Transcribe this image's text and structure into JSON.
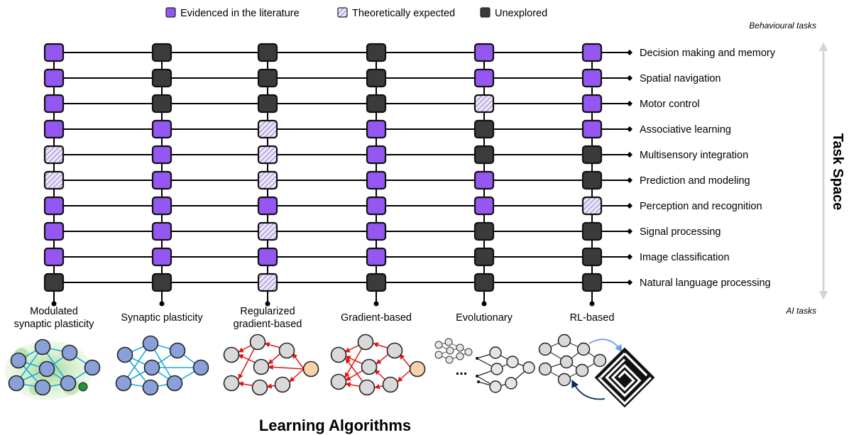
{
  "legend": [
    {
      "label": "Evidenced in the literature",
      "status": "evidenced"
    },
    {
      "label": "Theoretically expected",
      "status": "expected"
    },
    {
      "label": "Unexplored",
      "status": "unexplored"
    }
  ],
  "colors": {
    "evidenced": "#9457f2",
    "expected_fill": "#ece6f8",
    "expected_hatch": "#7c5cc4",
    "unexplored": "#3b3b3b",
    "line": "#000000",
    "arrow_axis": "#d4d4d4",
    "neuron_blue": "#8aa0d8",
    "neuron_grey": "#d9d9d9",
    "neuron_peach": "#f7d2aa",
    "edge_cyan": "#1ba9e0",
    "edge_red": "#e01616",
    "blob_green": "#a8dc8c"
  },
  "task_axis": {
    "title": "Task Space",
    "top_label": "Behavioural tasks",
    "bottom_label": "AI tasks"
  },
  "tasks": [
    "Decision making  and memory",
    "Spatial navigation",
    "Motor control",
    "Associative learning",
    "Multisensory integration",
    "Prediction and modeling",
    "Perception and recognition",
    "Signal processing",
    "Image classification",
    "Natural language processing"
  ],
  "algorithms": [
    {
      "label": "Modulated synaptic plasticity",
      "statuses": [
        "evidenced",
        "evidenced",
        "evidenced",
        "evidenced",
        "expected",
        "expected",
        "evidenced",
        "evidenced",
        "evidenced",
        "unexplored"
      ]
    },
    {
      "label": "Synaptic plasticity",
      "statuses": [
        "unexplored",
        "unexplored",
        "unexplored",
        "evidenced",
        "evidenced",
        "evidenced",
        "evidenced",
        "evidenced",
        "evidenced",
        "unexplored"
      ]
    },
    {
      "label": "Regularized gradient-based",
      "statuses": [
        "unexplored",
        "unexplored",
        "unexplored",
        "expected",
        "expected",
        "expected",
        "evidenced",
        "expected",
        "evidenced",
        "expected"
      ]
    },
    {
      "label": "Gradient-based",
      "statuses": [
        "unexplored",
        "unexplored",
        "unexplored",
        "evidenced",
        "evidenced",
        "evidenced",
        "evidenced",
        "evidenced",
        "evidenced",
        "unexplored"
      ]
    },
    {
      "label": "Evolutionary",
      "statuses": [
        "evidenced",
        "evidenced",
        "expected",
        "unexplored",
        "unexplored",
        "evidenced",
        "evidenced",
        "unexplored",
        "unexplored",
        "unexplored"
      ]
    },
    {
      "label": "RL-based",
      "statuses": [
        "evidenced",
        "evidenced",
        "evidenced",
        "evidenced",
        "unexplored",
        "unexplored",
        "expected",
        "unexplored",
        "unexplored",
        "unexplored"
      ]
    }
  ],
  "algorithms_title": "Learning Algorithms",
  "evolutionary_ellipsis": "..."
}
